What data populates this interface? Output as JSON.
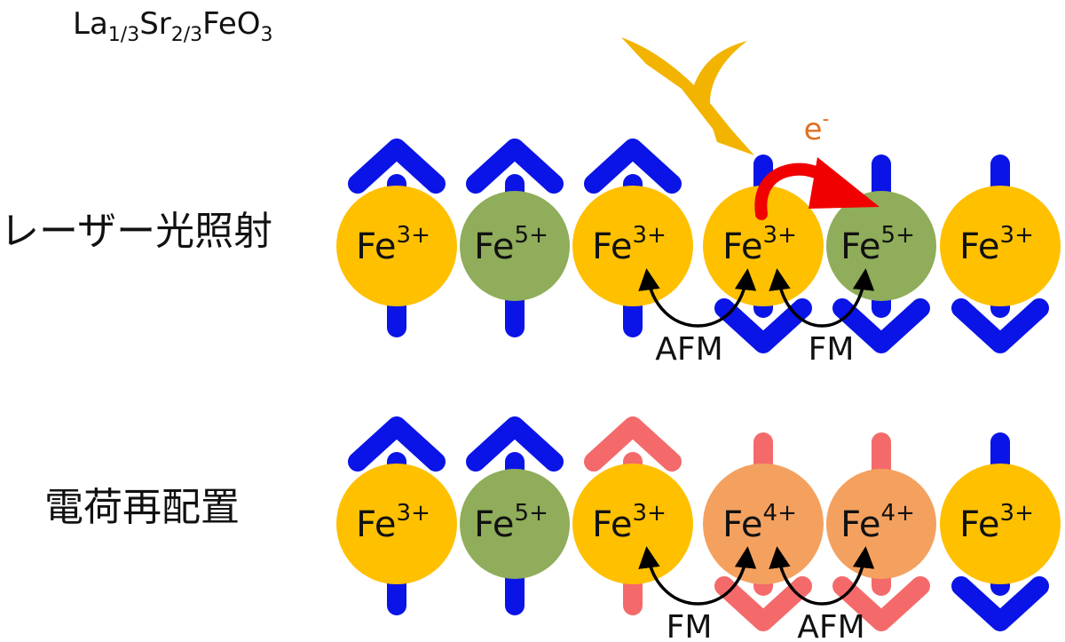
{
  "formula": {
    "parts": [
      {
        "text": "La",
        "sub": false
      },
      {
        "text": "1/3",
        "sub": true
      },
      {
        "text": "Sr",
        "sub": false
      },
      {
        "text": "2/3",
        "sub": true
      },
      {
        "text": "FeO",
        "sub": false
      },
      {
        "text": "3",
        "sub": true
      }
    ]
  },
  "colors": {
    "fe3": "#FFC000",
    "fe5": "#8FAD5A",
    "fe4": "#F4A160",
    "spin_blue": "#0A14E6",
    "spin_pink": "#F46A6A",
    "laser": "#F2B400",
    "electron_arrow": "#F00000",
    "electron_label": "#E07020"
  },
  "icons": {
    "laser": "lightning-bolt",
    "spin": "arrow-up-down",
    "transfer": "curved-arrow"
  },
  "rows": [
    {
      "label": "レーザー光照射",
      "sites": [
        {
          "element": "Fe",
          "charge": "3+",
          "fill": "fe3",
          "spin": "up",
          "spin_color": "spin_blue"
        },
        {
          "element": "Fe",
          "charge": "5+",
          "fill": "fe5",
          "spin": "up",
          "spin_color": "spin_blue"
        },
        {
          "element": "Fe",
          "charge": "3+",
          "fill": "fe3",
          "spin": "up",
          "spin_color": "spin_blue"
        },
        {
          "element": "Fe",
          "charge": "3+",
          "fill": "fe3",
          "spin": "down",
          "spin_color": "spin_blue"
        },
        {
          "element": "Fe",
          "charge": "5+",
          "fill": "fe5",
          "spin": "down",
          "spin_color": "spin_blue"
        },
        {
          "element": "Fe",
          "charge": "3+",
          "fill": "fe3",
          "spin": "down",
          "spin_color": "spin_blue"
        }
      ],
      "couplings": [
        {
          "from_site": 3,
          "to_site": 2,
          "label": "AFM"
        },
        {
          "from_site": 4,
          "to_site": 3,
          "label": "FM"
        }
      ],
      "transfer": {
        "from_site": 3,
        "to_site": 4,
        "label": "e",
        "sup": "-"
      },
      "laser": true
    },
    {
      "label": "電荷再配置",
      "sites": [
        {
          "element": "Fe",
          "charge": "3+",
          "fill": "fe3",
          "spin": "up",
          "spin_color": "spin_blue"
        },
        {
          "element": "Fe",
          "charge": "5+",
          "fill": "fe5",
          "spin": "up",
          "spin_color": "spin_blue"
        },
        {
          "element": "Fe",
          "charge": "3+",
          "fill": "fe3",
          "spin": "up",
          "spin_color": "spin_pink"
        },
        {
          "element": "Fe",
          "charge": "4+",
          "fill": "fe4",
          "spin": "down",
          "spin_color": "spin_pink"
        },
        {
          "element": "Fe",
          "charge": "4+",
          "fill": "fe4",
          "spin": "down",
          "spin_color": "spin_pink"
        },
        {
          "element": "Fe",
          "charge": "3+",
          "fill": "fe3",
          "spin": "down",
          "spin_color": "spin_blue"
        }
      ],
      "couplings": [
        {
          "from_site": 3,
          "to_site": 2,
          "label": "FM"
        },
        {
          "from_site": 4,
          "to_site": 3,
          "label": "AFM"
        }
      ],
      "transfer": null,
      "laser": false
    }
  ]
}
